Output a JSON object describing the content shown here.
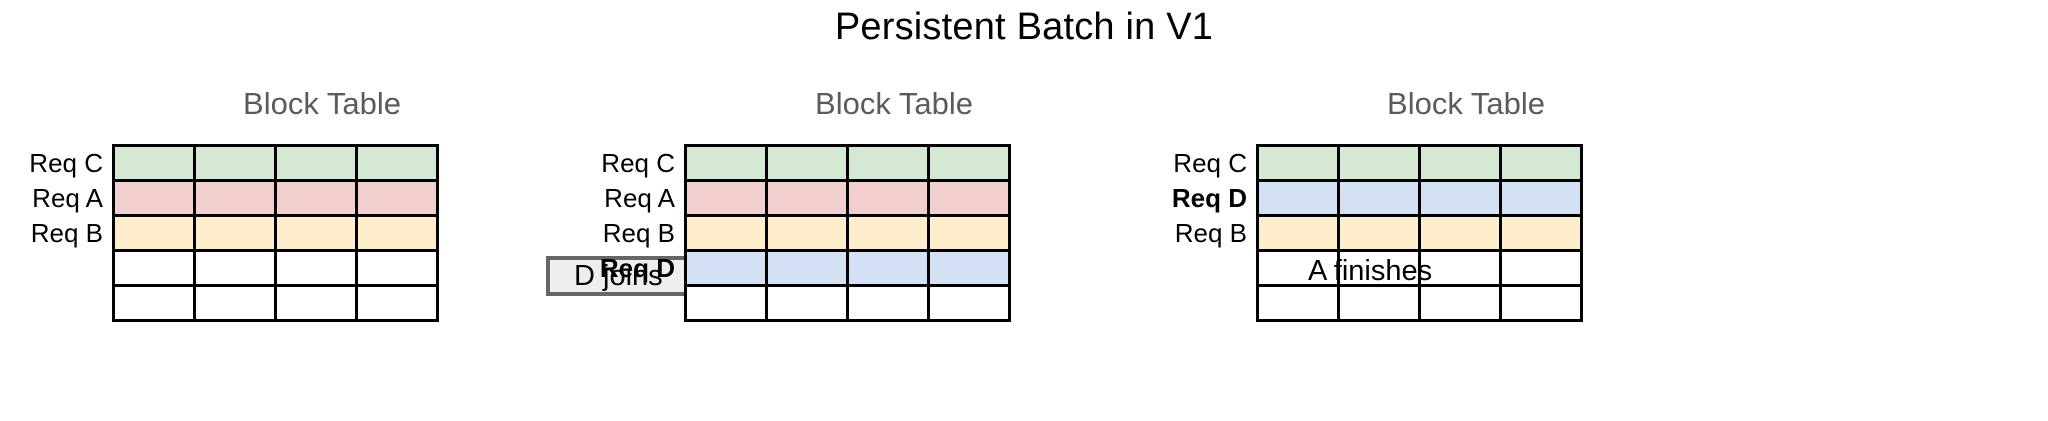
{
  "title": "Persistent Batch in V1",
  "colors": {
    "green": "#d5e8d4",
    "pink": "#f2cfcf",
    "yellow": "#ffeecc",
    "blue": "#d4e1f5",
    "empty": "#ffffff",
    "cell_border": "#000000",
    "arrow_fill": "#eeeeee",
    "arrow_stroke": "#666666",
    "caption_color": "#5b5b5b",
    "title_color": "#000000"
  },
  "stages": [
    {
      "caption": "Block Table",
      "columns": 4,
      "rows": [
        {
          "label": "Req C",
          "bold": false,
          "color_key": "green"
        },
        {
          "label": "Req A",
          "bold": false,
          "color_key": "pink"
        },
        {
          "label": "Req B",
          "bold": false,
          "color_key": "yellow"
        },
        {
          "label": "",
          "bold": false,
          "color_key": "empty"
        },
        {
          "label": "",
          "bold": false,
          "color_key": "empty"
        }
      ]
    },
    {
      "caption": "Block Table",
      "columns": 4,
      "rows": [
        {
          "label": "Req C",
          "bold": false,
          "color_key": "green"
        },
        {
          "label": "Req A",
          "bold": false,
          "color_key": "pink"
        },
        {
          "label": "Req B",
          "bold": false,
          "color_key": "yellow"
        },
        {
          "label": "Req D",
          "bold": true,
          "color_key": "blue"
        },
        {
          "label": "",
          "bold": false,
          "color_key": "empty"
        }
      ]
    },
    {
      "caption": "Block Table",
      "columns": 4,
      "rows": [
        {
          "label": "Req C",
          "bold": false,
          "color_key": "green"
        },
        {
          "label": "Req D",
          "bold": true,
          "color_key": "blue"
        },
        {
          "label": "Req B",
          "bold": false,
          "color_key": "yellow"
        },
        {
          "label": "",
          "bold": false,
          "color_key": "empty"
        },
        {
          "label": "",
          "bold": false,
          "color_key": "empty"
        }
      ]
    }
  ],
  "arrows": [
    {
      "label": "D joins"
    },
    {
      "label": "A finishes"
    }
  ]
}
